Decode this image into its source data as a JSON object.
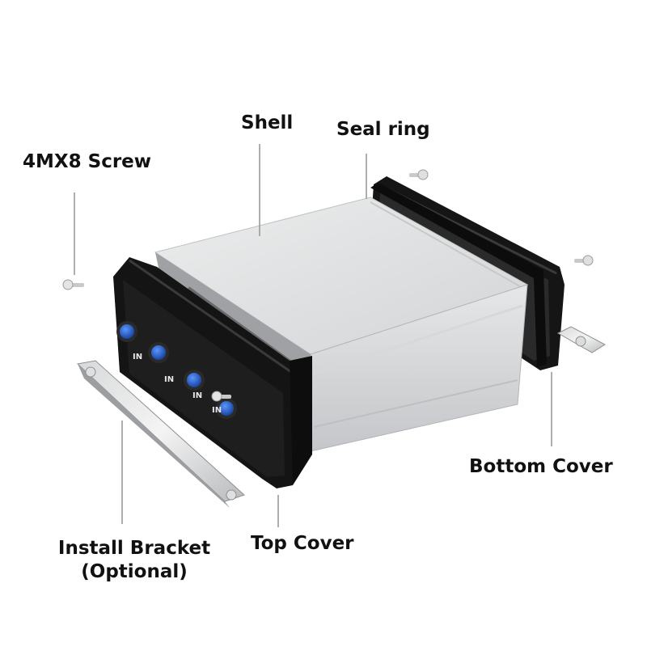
{
  "labels": {
    "shell": "Shell",
    "seal_ring": "Seal ring",
    "screw": "4MX8 Screw",
    "bottom_cover": "Bottom Cover",
    "top_cover": "Top Cover",
    "bracket_line1": "Install Bracket",
    "bracket_line2": "(Optional)"
  },
  "port_labels": [
    "IN",
    "IN",
    "IN",
    "IN"
  ],
  "colors": {
    "aluminum": "#d9dadc",
    "aluminum_dark": "#b9bbbe",
    "cover_black": "#141414",
    "connector_blue": "#1f5fd0",
    "leader_line": "#9a9a9a"
  }
}
